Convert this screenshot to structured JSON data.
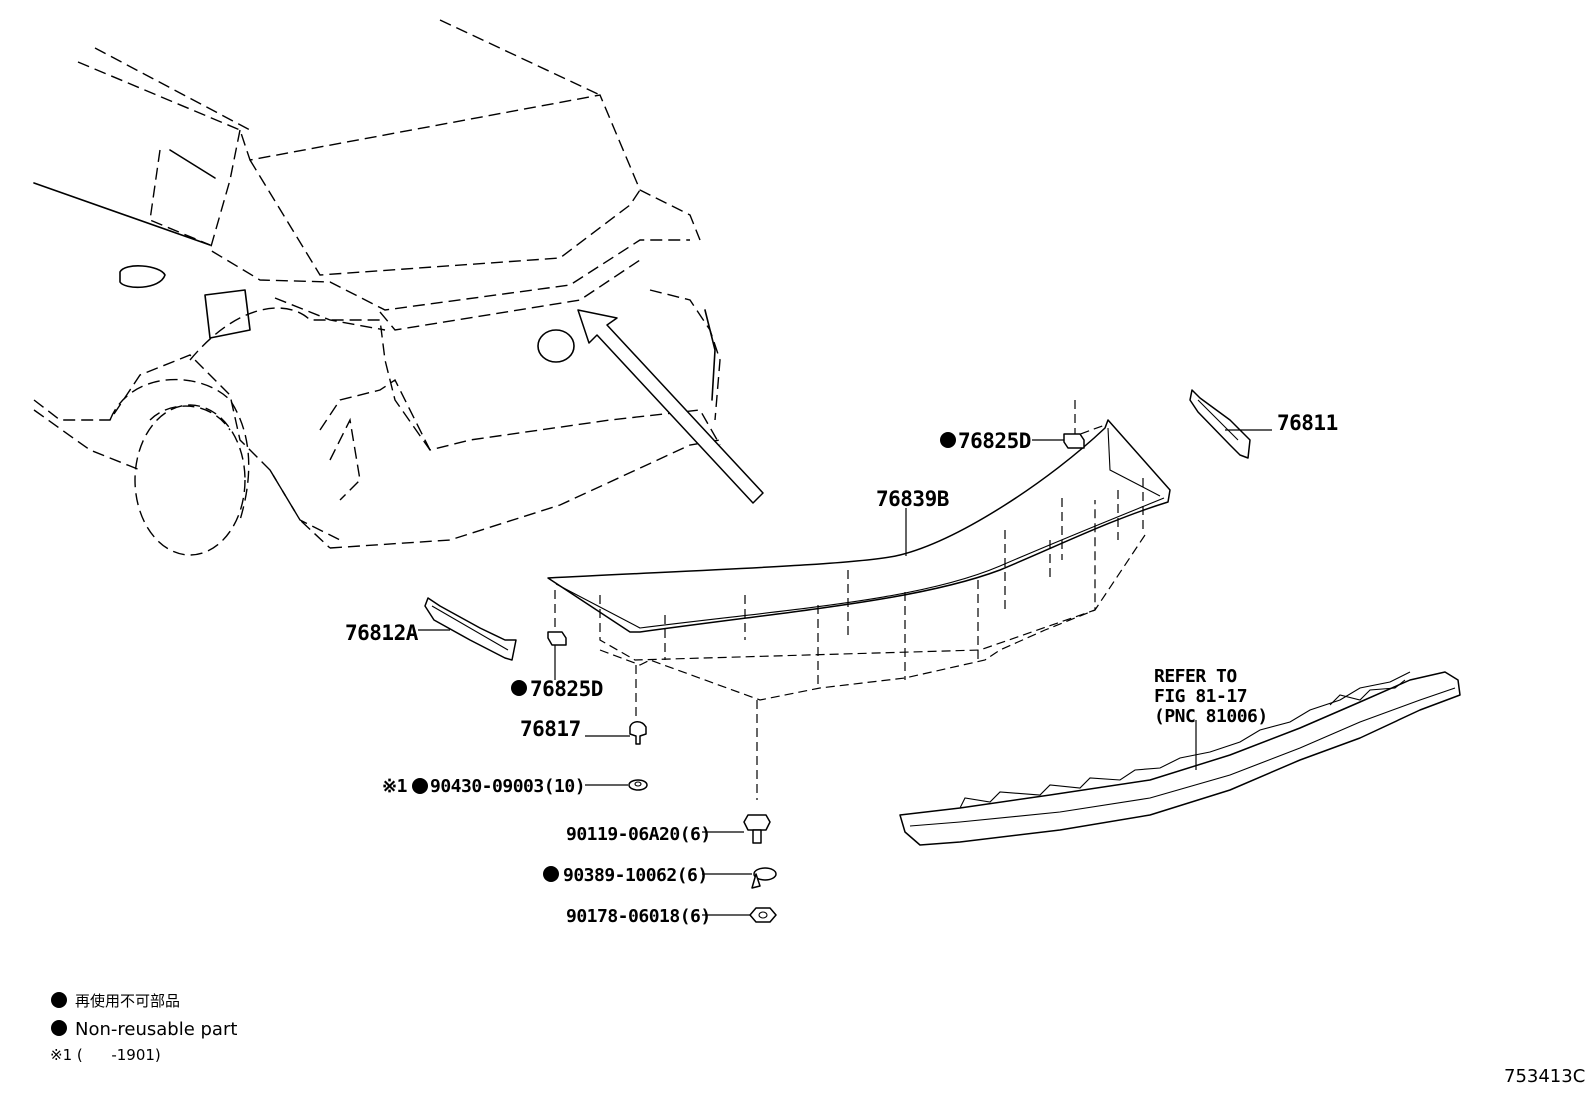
{
  "labels": {
    "p76811": "76811",
    "p76825d_top": "76825D",
    "p76839b": "76839B",
    "p76812a": "76812A",
    "p76825d_bottom": "76825D",
    "p76817": "76817",
    "p90430_mark": "※1",
    "p90430": "90430-09003(10)",
    "p90119": "90119-06A20(6)",
    "p90389": "90389-10062(6)",
    "p90178": "90178-06018(6)",
    "refer_line1": "REFER TO",
    "refer_line2": "FIG 81-17",
    "refer_line3": "(PNC 81006)"
  },
  "legend": {
    "line1": "再使用不可部品",
    "line2": "Non-reusable part",
    "line3": "※1 (      -1901)"
  },
  "figure_id": "753413C",
  "colors": {
    "ink": "#000000",
    "paper": "#ffffff"
  }
}
